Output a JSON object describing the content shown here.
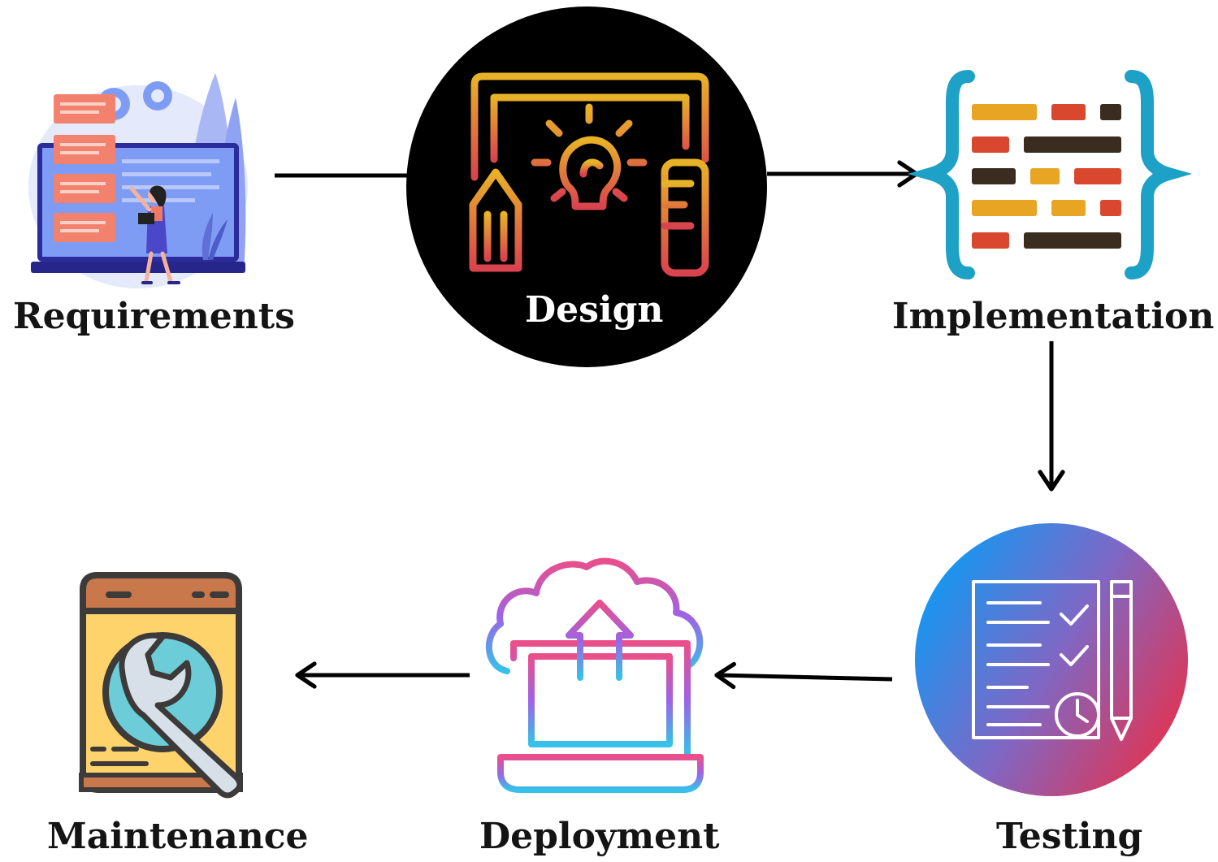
{
  "stages": {
    "requirements": {
      "label": "Requirements"
    },
    "design": {
      "label": "Design"
    },
    "implementation": {
      "label": "Implementation"
    },
    "testing": {
      "label": "Testing"
    },
    "deployment": {
      "label": "Deployment"
    },
    "maintenance": {
      "label": "Maintenance"
    }
  },
  "flow": [
    "Requirements",
    "Design",
    "Implementation",
    "Testing",
    "Deployment",
    "Maintenance"
  ],
  "colors": {
    "arrow": "#000000",
    "text": "#141414",
    "design_circle": "#000000",
    "design_gold": "#e8b227",
    "design_red": "#d9434e",
    "bracket_blue": "#1da1c7",
    "code_yellow": "#e8a524",
    "code_red": "#d9472e",
    "code_dark": "#3b2c20",
    "testing_blue": "#0a9cf5",
    "testing_pink": "#e8304a",
    "deploy_pink": "#ea4f8a",
    "deploy_purple": "#9e63e6",
    "deploy_cyan": "#35c2e8",
    "maint_yellow": "#ffd36b",
    "maint_brown": "#c8784a",
    "maint_teal": "#6ccdd8",
    "req_blue": "#6f8df0",
    "req_coral": "#f2826d"
  },
  "icons": {
    "requirements": "requirements-illustration-icon",
    "design": "lightbulb-blueprint-icon",
    "implementation": "code-brackets-icon",
    "testing": "checklist-clock-icon",
    "deployment": "cloud-upload-laptop-icon",
    "maintenance": "wrench-panel-icon"
  }
}
